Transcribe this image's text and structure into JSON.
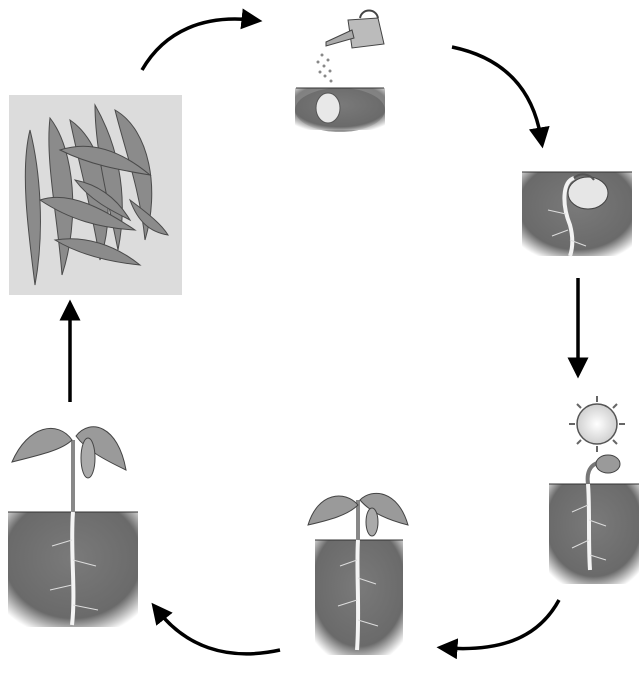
{
  "diagram": {
    "kind": "life-cycle",
    "stages": [
      {
        "id": "pods",
        "icon": "pea-pods-icon"
      },
      {
        "id": "watering-seed",
        "icon": "watering-can-icon"
      },
      {
        "id": "germinating-seed",
        "icon": "germinating-seed-icon"
      },
      {
        "id": "sprout-with-sun",
        "icon": "sun-icon"
      },
      {
        "id": "young-plant",
        "icon": "seedling-icon"
      },
      {
        "id": "grown-plant",
        "icon": "plant-icon"
      }
    ],
    "arrows": [
      {
        "from": "pods",
        "to": "watering-seed"
      },
      {
        "from": "watering-seed",
        "to": "germinating-seed"
      },
      {
        "from": "germinating-seed",
        "to": "sprout-with-sun"
      },
      {
        "from": "sprout-with-sun",
        "to": "young-plant"
      },
      {
        "from": "young-plant",
        "to": "grown-plant"
      },
      {
        "from": "grown-plant",
        "to": "pods"
      }
    ],
    "colors": {
      "arrow": "#000000",
      "soil": "#6e6e6e",
      "pod_background": "#d9d9d9",
      "pod": "#8a8a8a",
      "leaf": "#9a9a9a",
      "root": "#f4f4f4"
    }
  }
}
